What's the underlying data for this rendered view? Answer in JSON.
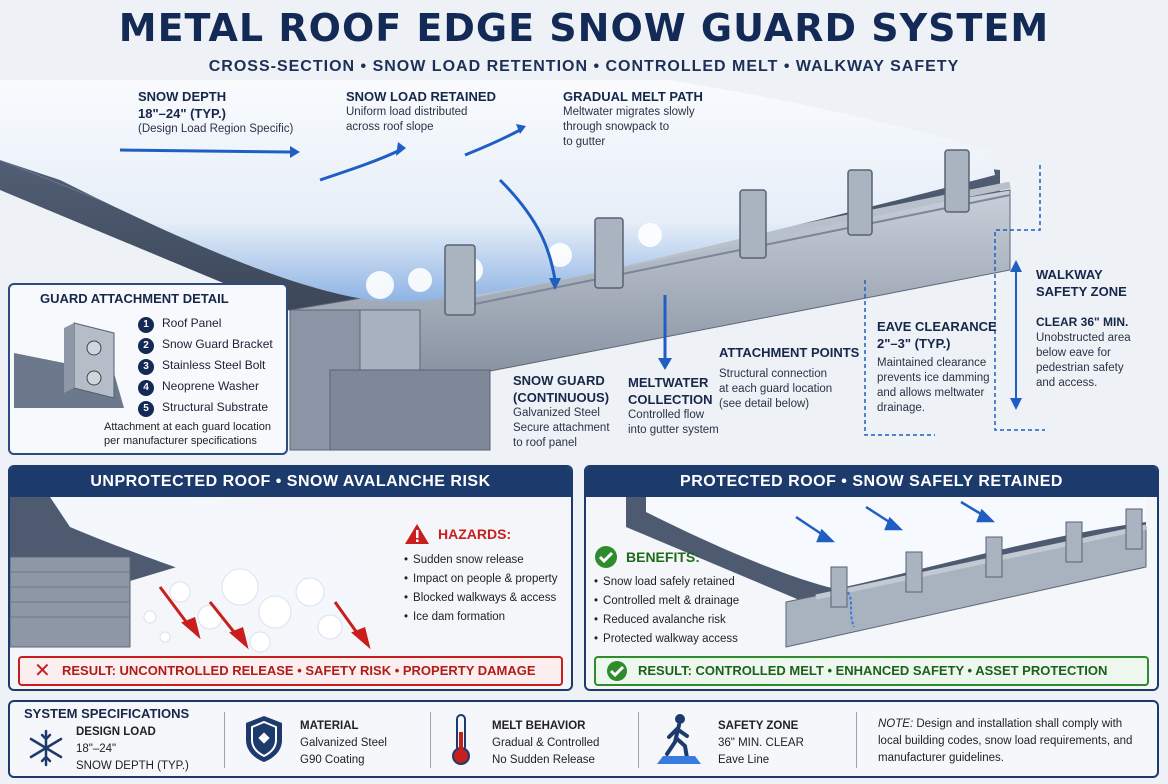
{
  "title": "METAL ROOF EDGE SNOW GUARD SYSTEM",
  "subtitle": "CROSS-SECTION • SNOW LOAD RETENTION • CONTROLLED MELT • WALKWAY SAFETY",
  "callouts": {
    "snow_depth": {
      "title": "SNOW DEPTH",
      "line2": "18\"–24\" (TYP.)",
      "text": "(Design Load Region Specific)"
    },
    "snow_load": {
      "title": "SNOW LOAD RETAINED",
      "text1": "Uniform load distributed",
      "text2": "across roof slope"
    },
    "melt_path": {
      "title": "GRADUAL MELT PATH",
      "text1": "Meltwater migrates slowly",
      "text2": "through snowpack to",
      "text3": "to gutter"
    },
    "snow_guard": {
      "title1": "SNOW GUARD",
      "title2": "(CONTINUOUS)",
      "text1": "Galvanized Steel",
      "text2": "Secure attachment",
      "text3": "to roof panel"
    },
    "meltwater": {
      "title1": "MELTWATER",
      "title2": "COLLECTION",
      "text1": "Controlled flow",
      "text2": "into gutter system"
    },
    "attachment_points": {
      "title": "ATTACHMENT POINTS",
      "text1": "Structural connection",
      "text2": "at each guard location",
      "text3": "(see detail below)"
    },
    "eave_clearance": {
      "title1": "EAVE CLEARANCE",
      "title2": "2\"–3\" (TYP.)",
      "text1": "Maintained clearance",
      "text2": "prevents ice damming",
      "text3": "and allows meltwater",
      "text4": "drainage."
    },
    "walkway": {
      "title1": "WALKWAY",
      "title2": "SAFETY ZONE",
      "sub": "CLEAR 36\" MIN.",
      "text1": "Unobstructed area",
      "text2": "below eave for",
      "text3": "pedestrian safety",
      "text4": "and access."
    }
  },
  "detail": {
    "title": "GUARD ATTACHMENT DETAIL",
    "items": [
      {
        "num": "1",
        "label": "Roof Panel"
      },
      {
        "num": "2",
        "label": "Snow Guard Bracket"
      },
      {
        "num": "3",
        "label": "Stainless Steel Bolt"
      },
      {
        "num": "4",
        "label": "Neoprene Washer"
      },
      {
        "num": "5",
        "label": "Structural Substrate"
      }
    ],
    "note1": "Attachment at each guard location",
    "note2": "per manufacturer specifications"
  },
  "unprotected": {
    "header": "UNPROTECTED ROOF • SNOW AVALANCHE RISK",
    "hazards_title": "HAZARDS:",
    "hazards": [
      "Sudden snow release",
      "Impact on people & property",
      "Blocked walkways & access",
      "Ice dam formation"
    ],
    "result": "RESULT: UNCONTROLLED RELEASE • SAFETY RISK • PROPERTY DAMAGE"
  },
  "protected": {
    "header": "PROTECTED ROOF • SNOW SAFELY RETAINED",
    "benefits_title": "BENEFITS:",
    "benefits": [
      "Snow load safely retained",
      "Controlled melt & drainage",
      "Reduced avalanche risk",
      "Protected walkway access"
    ],
    "result": "RESULT: CONTROLLED MELT • ENHANCED SAFETY • ASSET PROTECTION"
  },
  "specs": {
    "heading": "SYSTEM SPECIFICATIONS",
    "design_load": {
      "l1": "DESIGN LOAD",
      "l2": "18\"–24\"",
      "l3": "SNOW DEPTH (TYP.)"
    },
    "material": {
      "title": "MATERIAL",
      "l1": "Galvanized Steel",
      "l2": "G90 Coating"
    },
    "melt": {
      "title": "MELT BEHAVIOR",
      "l1": "Gradual & Controlled",
      "l2": "No Sudden Release"
    },
    "safety": {
      "title": "SAFETY ZONE",
      "l1": "36\" MIN. CLEAR",
      "l2": "Eave Line"
    },
    "note_label": "NOTE:",
    "note1": "Design and installation shall comply with",
    "note2": "local building codes, snow load requirements, and",
    "note3": "manufacturer guidelines."
  },
  "icons": {
    "snowflake": "snowflake-icon",
    "shield": "shield-icon",
    "thermometer": "thermometer-icon",
    "walker": "walking-person-icon",
    "warning": "warning-icon",
    "check": "check-icon",
    "cross": "x-icon"
  },
  "colors": {
    "navy": "#1d3a6c",
    "hazard_red": "#c81e1e",
    "benefit_green": "#2e8b2e",
    "arrow_blue": "#1f5fc4"
  }
}
